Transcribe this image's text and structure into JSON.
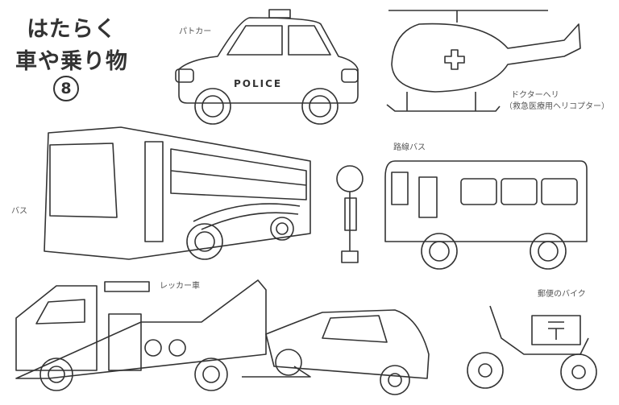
{
  "title": {
    "line1": "はたらく",
    "line2": "車や乗り物",
    "number": "8"
  },
  "labels": {
    "police_car": "パトカー",
    "police_text": "POLICE",
    "doctor_heli": "ドクターヘリ",
    "doctor_heli_sub": "（救急医療用ヘリコプター）",
    "route_bus": "路線バス",
    "bus": "バス",
    "tow_truck": "レッカー車",
    "postal_bike": "郵便のバイク"
  }
}
